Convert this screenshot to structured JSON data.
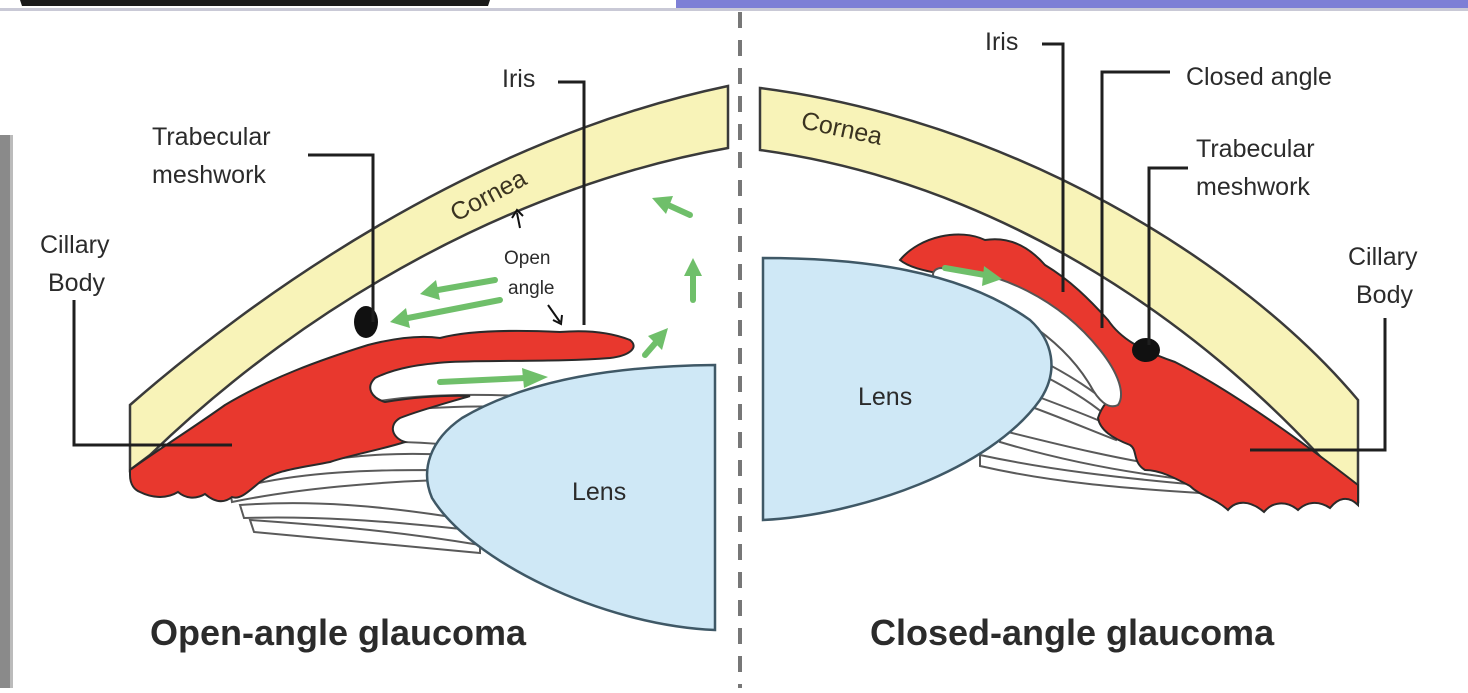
{
  "diagram": {
    "left_panel": {
      "title": "Open-angle glaucoma",
      "labels": {
        "iris": "Iris",
        "trabecular_line1": "Trabecular",
        "trabecular_line2": "meshwork",
        "ciliary_line1": "Cillary",
        "ciliary_line2": "Body",
        "cornea": "Cornea",
        "open_angle_line1": "Open",
        "open_angle_line2": "angle",
        "lens": "Lens"
      }
    },
    "right_panel": {
      "title": "Closed-angle glaucoma",
      "labels": {
        "iris": "Iris",
        "closed_angle": "Closed angle",
        "trabecular_line1": "Trabecular",
        "trabecular_line2": "meshwork",
        "ciliary_line1": "Cillary",
        "ciliary_line2": "Body",
        "cornea": "Cornea",
        "lens": "Lens"
      }
    },
    "colors": {
      "ciliary_body": "#e8382e",
      "cornea": "#f8f3b8",
      "lens": "#cfe8f6",
      "aqueous_flow": "#6fbf6a",
      "top_banner": "#7d7fd6"
    }
  }
}
